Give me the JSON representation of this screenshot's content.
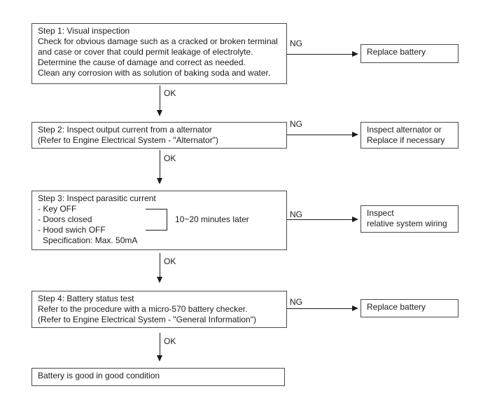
{
  "labels": {
    "ok": "OK",
    "ng": "NG"
  },
  "note": "10~20 minutes later",
  "steps": {
    "step1": {
      "lines": [
        "Step 1: Visual inspection",
        "Check for obvious damage such as a cracked or broken terminal",
        "and case or cover that could permit leakage of electrolyte.",
        "Determine the cause of damage and correct as needed.",
        "Clean any corrosion with as solution of baking soda and water."
      ]
    },
    "step2": {
      "lines": [
        "Step 2: Inspect output current from a alternator",
        "(Refer to Engine Electrical System - \"Alternator\")"
      ]
    },
    "step3": {
      "title": "Step 3: Inspect parasitic current",
      "items": [
        "- Key OFF",
        "- Doors closed",
        "- Hood swich OFF"
      ],
      "spec": "Specification: Max. 50mA"
    },
    "step4": {
      "lines": [
        "Step 4: Battery status test",
        "Refer to the procedure with a micro-570 battery checker.",
        "(Refer to Engine Electrical System - \"General Information\")"
      ]
    },
    "result": {
      "text": "Battery is good in good condition"
    }
  },
  "ng_actions": {
    "a1": {
      "lines": [
        "Replace battery"
      ]
    },
    "a2": {
      "lines": [
        "Inspect alternator or",
        "Replace if necessary"
      ]
    },
    "a3": {
      "lines": [
        "Inspect",
        "relative system wiring"
      ]
    },
    "a4": {
      "lines": [
        "Replace battery"
      ]
    }
  },
  "colors": {
    "line": "#1c1c1c",
    "box_border": "#4a4a4a",
    "background": "#ffffff"
  }
}
